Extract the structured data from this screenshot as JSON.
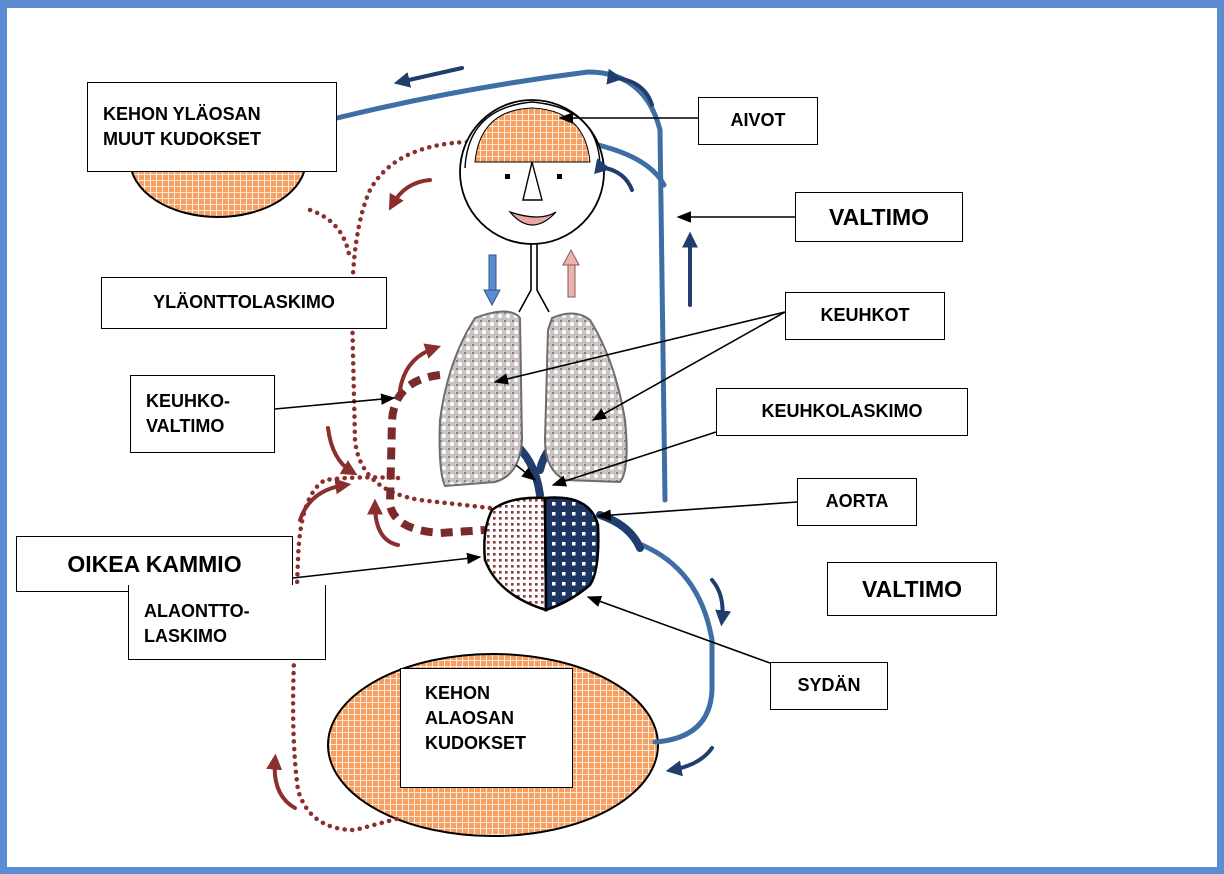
{
  "labels": {
    "upper_tissues": [
      "KEHON YLÄOSAN",
      "MUUT KUDOKSET"
    ],
    "brain": "AIVOT",
    "artery_top": "VALTIMO",
    "superior_vena_cava": "YLÄONTTOLASKIMO",
    "lungs": "KEUHKOT",
    "pulmonary_artery": [
      "KEUHKO-",
      "VALTIMO"
    ],
    "pulmonary_vein": "KEUHKOLASKIMO",
    "aorta": "AORTA",
    "right_ventricle": "OIKEA KAMMIO",
    "artery_bottom": "VALTIMO",
    "inferior_vena_cava": [
      "ALAONTTO-",
      "LASKIMO"
    ],
    "heart": "SYDÄN",
    "lower_tissues": [
      "KEHON",
      "ALAOSAN",
      "KUDOKSET"
    ]
  },
  "colors": {
    "frame": "#5b8bd0",
    "oxygenated_artery": "#3f6ea4",
    "deoxygenated_vein": "#8b2e2e",
    "tissue_fill": "#f5a061",
    "lung_fill": "#c9c3c1",
    "heart_left": "#1c3563",
    "heart_right": "#8b3a3a",
    "arrow_dark_blue": "#1f3e6e",
    "arrow_dark_red": "#8b2e2e"
  }
}
